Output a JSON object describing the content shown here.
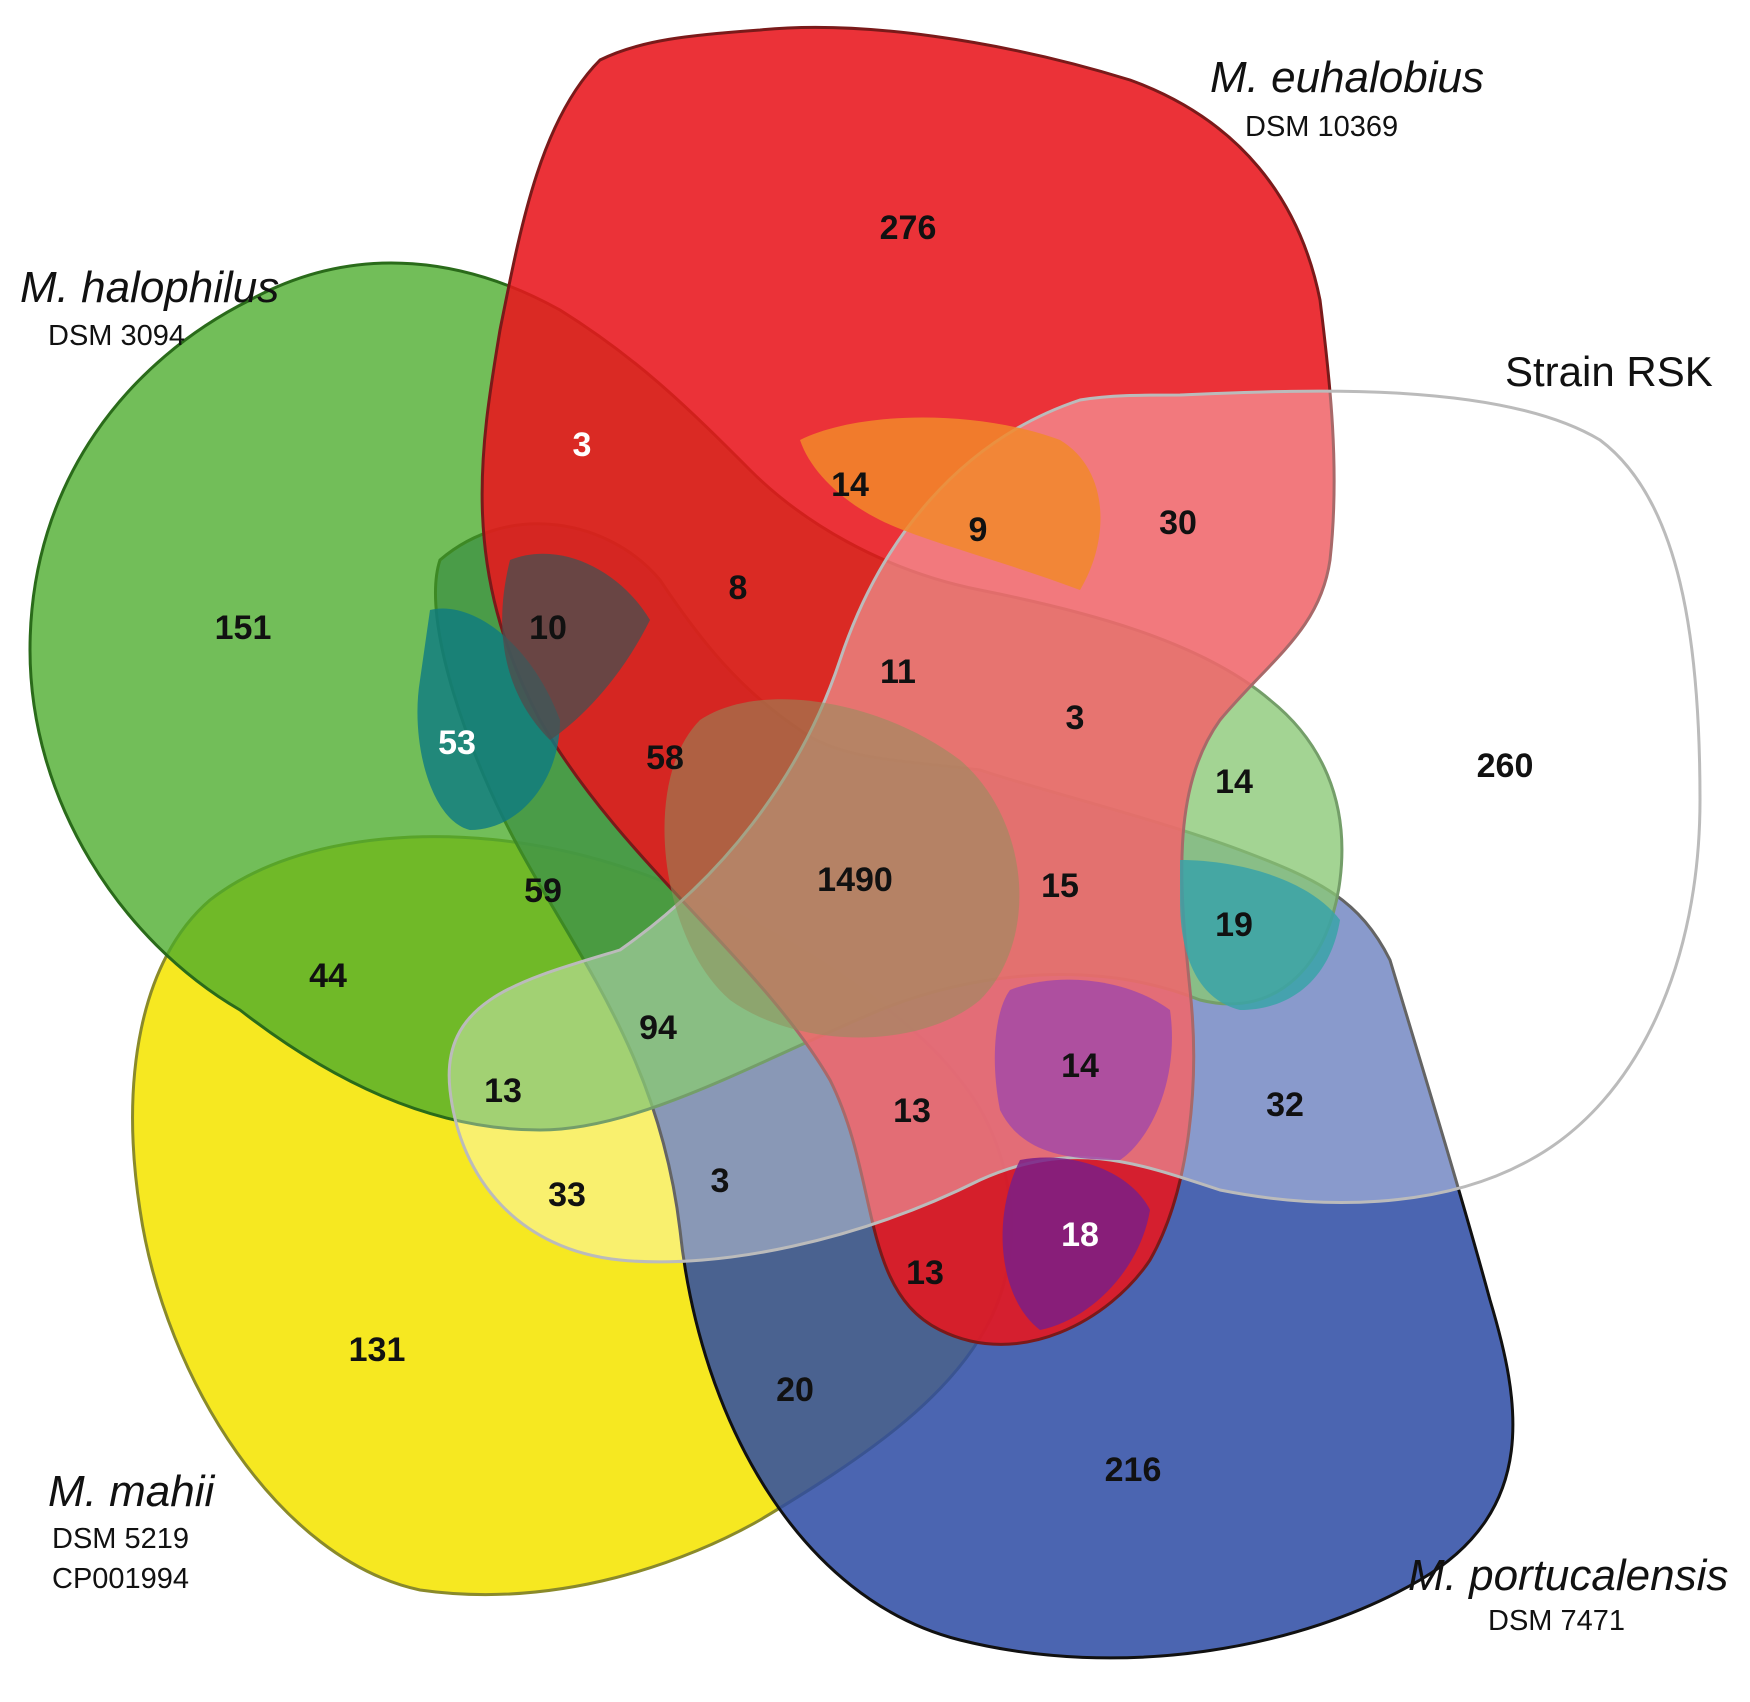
{
  "sets": [
    {
      "id": "euhalobius",
      "species": "M. euhalobius",
      "strain": [
        "DSM 10369"
      ],
      "color": "#e8161d"
    },
    {
      "id": "halophilus",
      "species": "M. halophilus",
      "strain": [
        "DSM 3094"
      ],
      "color": "#4aac2a"
    },
    {
      "id": "rsk",
      "species": "Strain RSK",
      "strain": [],
      "color": "#ffffff"
    },
    {
      "id": "portucalensis",
      "species": "M. portucalensis",
      "strain": [
        "DSM 7471"
      ],
      "color": "#2b4aa3"
    },
    {
      "id": "mahii",
      "species": "M. mahii",
      "strain": [
        "DSM 5219",
        "CP001994"
      ],
      "color": "#f5e60e"
    }
  ],
  "regions": [
    {
      "value": "276",
      "light": false
    },
    {
      "value": "151",
      "light": false
    },
    {
      "value": "260",
      "light": false
    },
    {
      "value": "216",
      "light": false
    },
    {
      "value": "131",
      "light": false
    },
    {
      "value": "3",
      "light": true
    },
    {
      "value": "14",
      "light": false
    },
    {
      "value": "9",
      "light": false
    },
    {
      "value": "30",
      "light": false
    },
    {
      "value": "8",
      "light": false
    },
    {
      "value": "10",
      "light": false
    },
    {
      "value": "53",
      "light": true
    },
    {
      "value": "11",
      "light": false
    },
    {
      "value": "3",
      "light": false
    },
    {
      "value": "58",
      "light": false
    },
    {
      "value": "14",
      "light": false
    },
    {
      "value": "1490",
      "light": false
    },
    {
      "value": "15",
      "light": false
    },
    {
      "value": "59",
      "light": false
    },
    {
      "value": "19",
      "light": false
    },
    {
      "value": "44",
      "light": false
    },
    {
      "value": "94",
      "light": false
    },
    {
      "value": "14",
      "light": false
    },
    {
      "value": "13",
      "light": false
    },
    {
      "value": "13",
      "light": false
    },
    {
      "value": "32",
      "light": false
    },
    {
      "value": "33",
      "light": false
    },
    {
      "value": "3",
      "light": false
    },
    {
      "value": "18",
      "light": true
    },
    {
      "value": "13",
      "light": false
    },
    {
      "value": "20",
      "light": false
    }
  ]
}
